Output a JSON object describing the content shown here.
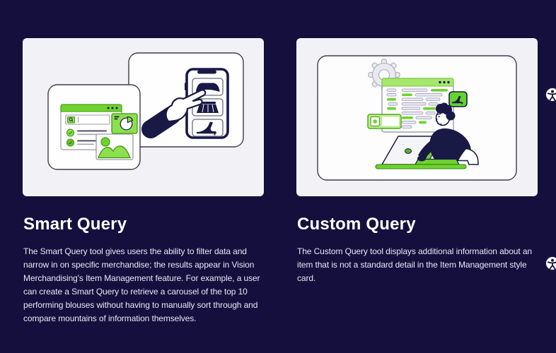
{
  "theme": {
    "page_background": "#150f3e",
    "card_background": "#f2f2f6",
    "accent_green": "#6fd32e",
    "accent_green_light": "#a7e86c",
    "illustration_navy": "#191945",
    "heading_color": "#ffffff",
    "body_text_color": "#e9e7f3"
  },
  "sections": [
    {
      "heading": "Smart Query",
      "body": "The Smart Query tool gives users the ability to filter data and narrow in on specific merchandise; the results appear in Vision Merchandising's Item Management feature. For example, a user can create a Smart Query to retrieve a carousel of the top 10 performing blouses without having to manually sort through and compare mountains of information themselves.",
      "illustration": "browser-search-results-and-phone-product-catalog",
      "illustration_elements": [
        "browser-window",
        "search-bar",
        "checklist-rows",
        "pie-chart-panel",
        "image-placeholder-panel",
        "pointing-hand",
        "phone-with-blouse-skirt-heel-cards"
      ]
    },
    {
      "heading": "Custom Query",
      "body": "The Custom Query tool displays additional information about an item that is not a standard detail in the Item Management style card.",
      "illustration": "person-at-laptop-with-code-window",
      "illustration_elements": [
        "gear",
        "code-window",
        "high-heel-badge",
        "search-bar",
        "person-at-laptop",
        "laptop"
      ]
    }
  ],
  "floating_widgets": {
    "accessibility_icon": "accessibility-person-icon",
    "count": 2
  }
}
